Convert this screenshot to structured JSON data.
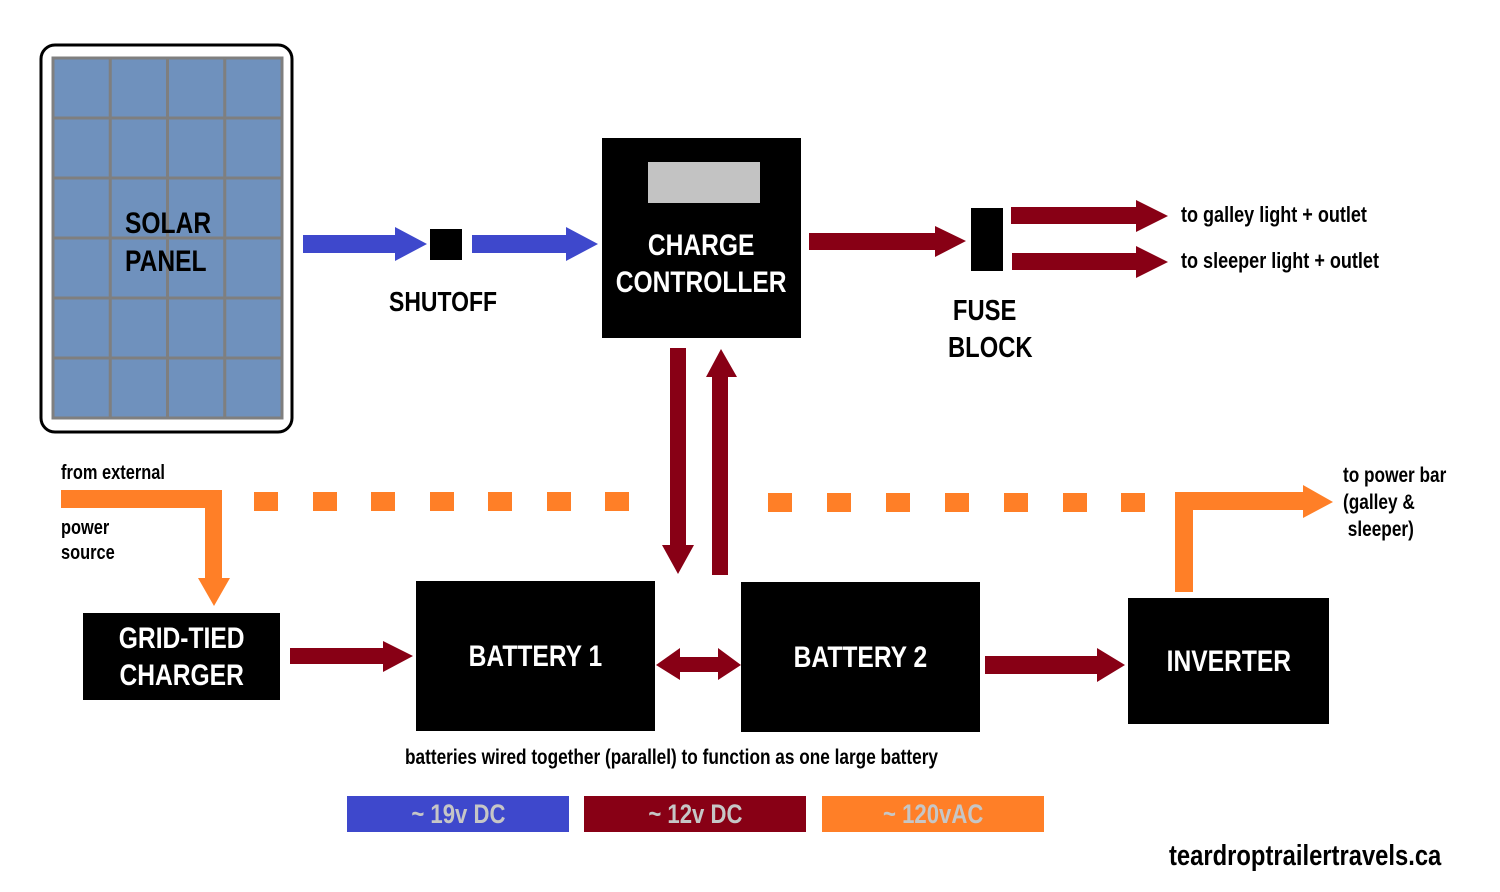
{
  "colors": {
    "dc19": "#3e48cc",
    "dc12": "#880015",
    "ac120": "#ff7f27",
    "panel_cell": "#6f91bd",
    "panel_grid": "#7f7f7f",
    "display": "#c3c3c3"
  },
  "solar_panel": {
    "label_line1": "SOLAR",
    "label_line2": "PANEL"
  },
  "shutoff": {
    "label": "SHUTOFF"
  },
  "charge_controller": {
    "label_line1": "CHARGE",
    "label_line2": "CONTROLLER"
  },
  "fuse_block": {
    "label_line1": "FUSE",
    "label_line2": "BLOCK"
  },
  "outputs": {
    "galley": "to galley light + outlet",
    "sleeper": "to sleeper light + outlet"
  },
  "external": {
    "line1": "from external",
    "line2": "power",
    "line3": "source"
  },
  "grid_charger": {
    "label_line1": "GRID-TIED",
    "label_line2": "CHARGER"
  },
  "battery1": {
    "label": "BATTERY 1"
  },
  "battery2": {
    "label": "BATTERY 2"
  },
  "inverter": {
    "label": "INVERTER"
  },
  "power_bar": {
    "line1": "to power bar",
    "line2": "(galley &",
    "line3": " sleeper)"
  },
  "battery_note": "batteries wired together (parallel) to function as one large battery",
  "legend": [
    {
      "label": "~ 19v DC",
      "color": "#3e48cc"
    },
    {
      "label": "~ 12v DC",
      "color": "#880015"
    },
    {
      "label": "~ 120vAC",
      "color": "#ff7f27"
    }
  ],
  "watermark": "teardroptrailertravels.ca"
}
